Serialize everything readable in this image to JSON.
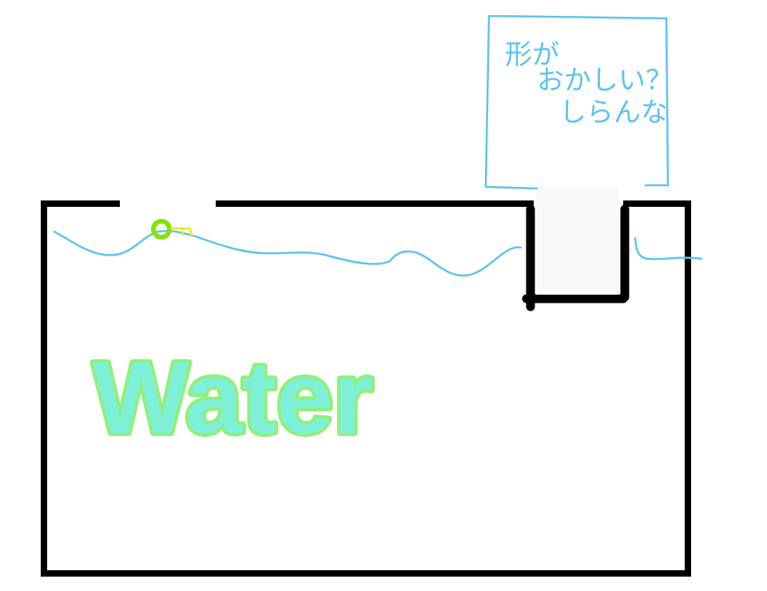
{
  "labels": {
    "water": "Water",
    "note_line1": "形が",
    "note_line2": "おかしい？",
    "note_line3": "しらんな"
  },
  "colors": {
    "tank_outline": "#000000",
    "water_line": "#5ec3ee",
    "note_border": "#5ec3ee",
    "water_text_fill": "#7ff0d8",
    "water_text_outline": "#8ff07a",
    "float_marker": "#88e010",
    "float_tag": "#e6ec20"
  },
  "icons": {
    "float": "float-marker-icon"
  }
}
